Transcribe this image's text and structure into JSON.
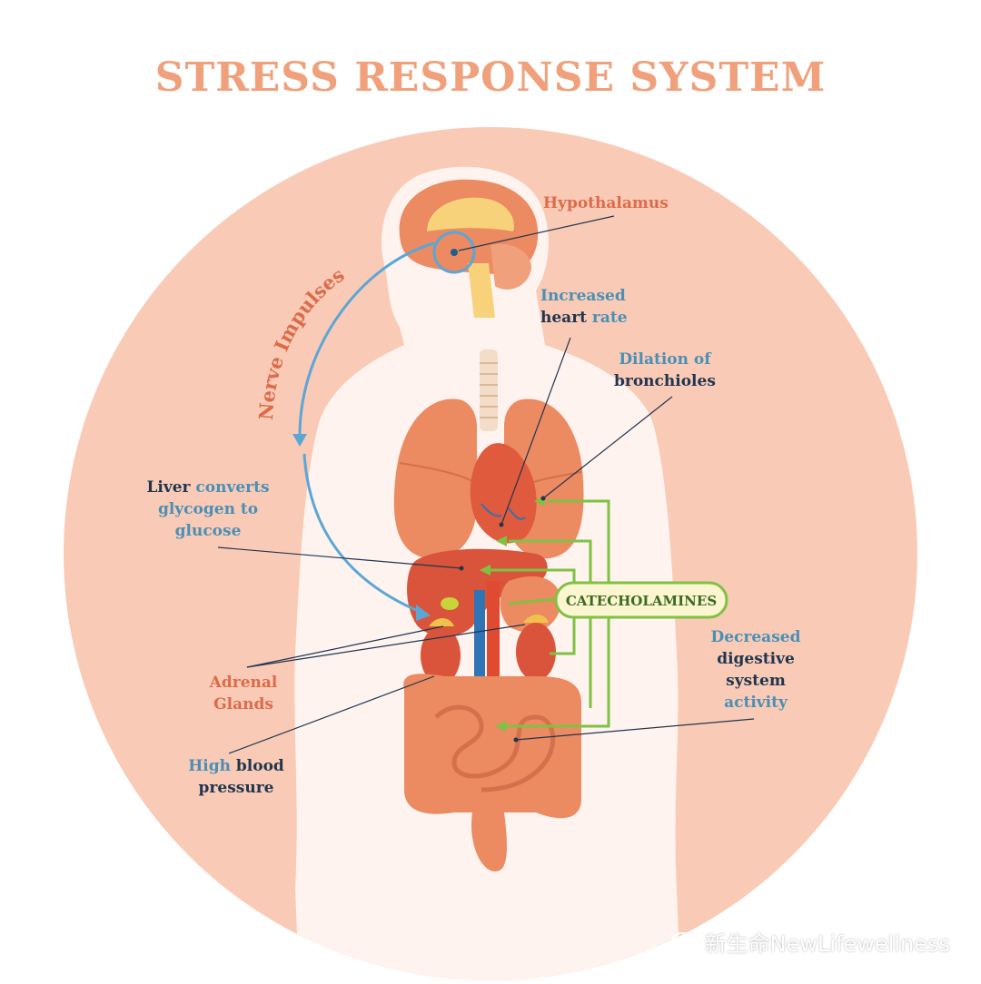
{
  "title": "STRESS RESPONSE SYSTEM",
  "colors": {
    "title": "#f0a07a",
    "orange_label": "#dd6b4a",
    "blue_label": "#4a8fb5",
    "navy_label": "#1f3550",
    "circle": "#f9cbb6",
    "body": "#fef3ee",
    "organ": "#ec8a62",
    "nerve_line": "#5ba6d6",
    "catecholamine_line": "#7fc243",
    "catecholamine_box": "#fbf5d0"
  },
  "labels": {
    "hypothalamus": "Hypothalamus",
    "nerve_impulses": "Nerve Impulses",
    "heart": {
      "part1": "Increased",
      "part2": "heart",
      "part3": " rate"
    },
    "bronchioles": {
      "part1": "Dilation of",
      "part2": "bronchioles"
    },
    "liver": {
      "part1": "Liver",
      "part2": " converts",
      "part3": "glycogen to",
      "part4": "glucose"
    },
    "catecholamines": "CATECHOLAMINES",
    "adrenal": {
      "line1": "Adrenal",
      "line2": "Glands"
    },
    "digestive": {
      "part1": "Decreased",
      "part2": "digestive",
      "part3": "system",
      "part4": "activity"
    },
    "blood_pressure": {
      "part1": "High",
      "part2": " blood",
      "part3": "pressure"
    }
  },
  "watermark": {
    "text": "新生命NewLifewellness",
    "icon": "wechat-icon"
  }
}
